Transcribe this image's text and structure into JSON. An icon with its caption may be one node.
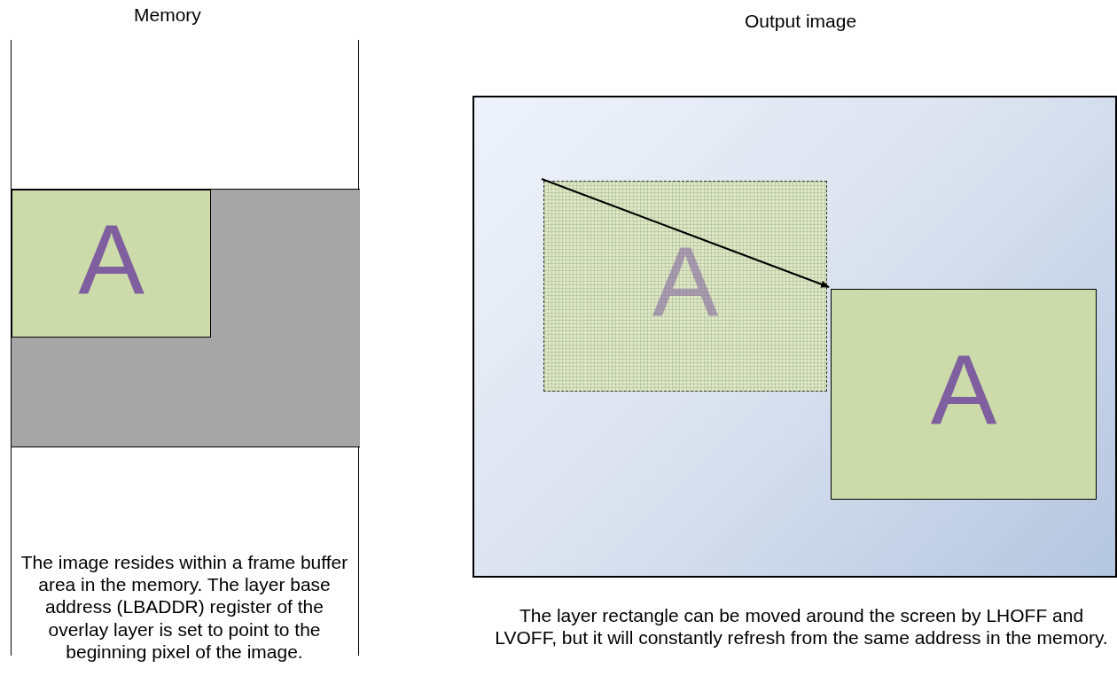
{
  "diagram": {
    "nodes": [
      {
        "text": [
          "Memory"
        ]
      },
      {
        "text": [],
        "shape": "box",
        "in": 0
      },
      {
        "text": [
          "A"
        ],
        "in": 1
      },
      {
        "text": [
          "Output image"
        ]
      },
      {
        "text": [
          "A"
        ],
        "in": 3
      },
      {
        "text": [
          "A"
        ],
        "in": 3
      }
    ],
    "edges": [
      {
        "from": 4,
        "to": 5,
        "arrow": "to"
      }
    ],
    "labels": [
      "The image resides within a frame buffer area in the memory. The layer base address (LBADDR) register of the overlay layer is set to point to the beginning pixel of the image.",
      "The layer rectangle can be moved around the screen by LHOFF and LVOFF, but it will constantly refresh from the same address in the memory."
    ]
  }
}
